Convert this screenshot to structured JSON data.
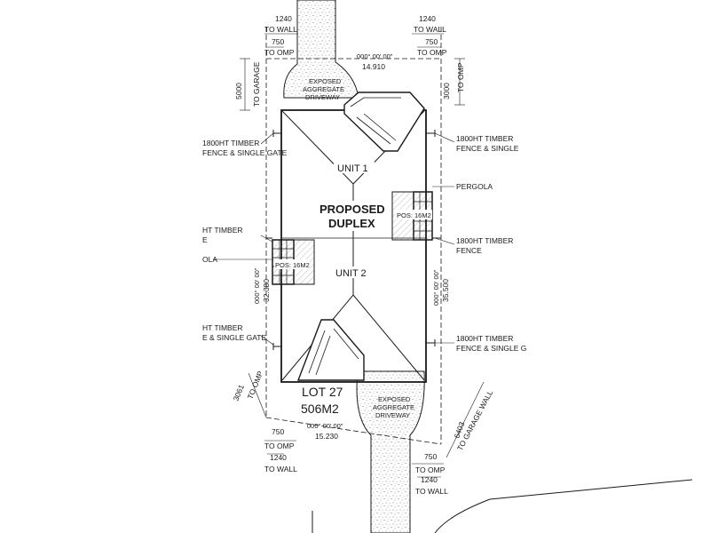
{
  "labels": {
    "top_wall_left": "1240",
    "top_wall_left_sub": "TO WALL",
    "top_omp_left": "750",
    "top_omp_left_sub": "TO OMP",
    "top_wall_right": "1240",
    "top_wall_right_sub": "TO WALL",
    "top_omp_right": "750",
    "top_omp_right_sub": "TO OMP",
    "top_bearing": "000° 00' 00\"",
    "top_length": "14.910",
    "garage_setback_left": "5000",
    "garage_setback_left_sub": "TO GARAGE",
    "omp_setback_right": "3000",
    "omp_setback_right_sub": "TO OMP",
    "driveway_top_1": "EXPOSED",
    "driveway_top_2": "AGGREGATE",
    "driveway_top_3": "DRIVEWAY",
    "fence_left_top_1": "1800HT TIMBER",
    "fence_left_top_2": "FENCE & SINGLE GATE",
    "fence_right_top_1": "1800HT TIMBER",
    "fence_right_top_2": "FENCE & SINGLE",
    "unit1": "UNIT 1",
    "proposed_1": "PROPOSED",
    "proposed_2": "DUPLEX",
    "pergola_right": "PERGOLA",
    "pos_right": "POS: 16M2",
    "fence_left_mid_1": "HT TIMBER",
    "fence_left_mid_2": "E",
    "fence_right_mid_1": "1800HT TIMBER",
    "fence_right_mid_2": "FENCE",
    "pergola_left": "OLA",
    "pos_left": "POS: 16M2",
    "unit2": "UNIT 2",
    "left_bearing": "000° 00' 00\"",
    "left_length": "32.380",
    "right_bearing": "000° 00' 00\"",
    "right_length": "35.500",
    "fence_left_bot_1": "HT TIMBER",
    "fence_left_bot_2": "E & SINGLE GATE",
    "fence_right_bot_1": "1800HT TIMBER",
    "fence_right_bot_2": "FENCE & SINGLE G",
    "lot_1": "LOT 27",
    "lot_2": "506M2",
    "bot_omp_setback": "3061",
    "bot_omp_setback_sub": "TO OMP",
    "driveway_bot_1": "EXPOSED",
    "driveway_bot_2": "AGGREGATE",
    "driveway_bot_3": "DRIVEWAY",
    "garage_wall_right": "6403",
    "garage_wall_right_sub": "TO GARAGE WALL",
    "bot_bearing": "000° 00' 00\"",
    "bot_length": "15.230",
    "bot_omp_left": "750",
    "bot_omp_left_sub": "TO OMP",
    "bot_wall_left": "1240",
    "bot_wall_left_sub": "TO WALL",
    "bot_omp_right": "750",
    "bot_omp_right_sub": "TO OMP",
    "bot_wall_right": "1240",
    "bot_wall_right_sub": "TO WALL"
  }
}
